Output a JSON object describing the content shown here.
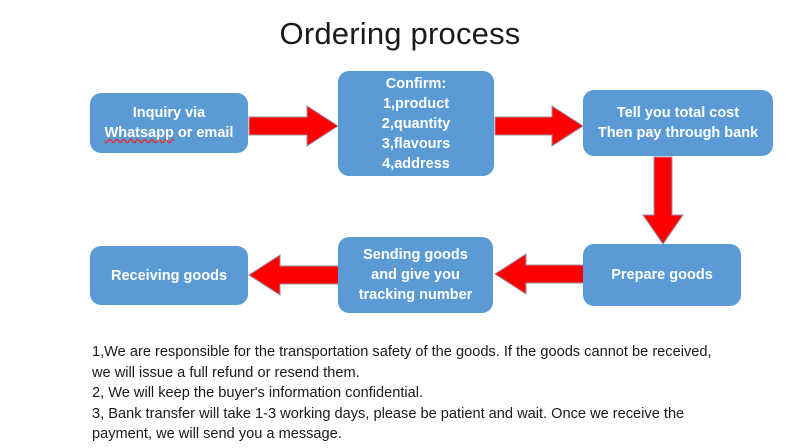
{
  "title": "Ordering process",
  "colors": {
    "node_fill": "#5B9BD5",
    "arrow_fill": "#FF0000",
    "arrow_stroke": "#9B8FA8",
    "node_text": "#FFFFFF",
    "body_text": "#1A1A1A",
    "spellcheck_underline": "#E03030"
  },
  "flow": {
    "nodes": [
      {
        "id": "inquiry",
        "lines": [
          "Inquiry via",
          "Whatsapp or email"
        ],
        "misspelled_word": "Whatsapp",
        "rest_of_line": " or email"
      },
      {
        "id": "confirm",
        "lines": [
          "Confirm:",
          "1,product",
          "2,quantity",
          "3,flavours",
          "4,address"
        ]
      },
      {
        "id": "cost",
        "lines": [
          "Tell you total cost",
          "Then pay through bank"
        ]
      },
      {
        "id": "prepare",
        "lines": [
          "Prepare goods"
        ]
      },
      {
        "id": "sending",
        "lines": [
          "Sending goods",
          "and give you",
          "tracking number"
        ]
      },
      {
        "id": "receiving",
        "lines": [
          "Receiving goods"
        ]
      }
    ],
    "arrows": [
      {
        "id": "inquiry-to-confirm",
        "direction": "right",
        "from": "inquiry",
        "to": "confirm"
      },
      {
        "id": "confirm-to-cost",
        "direction": "right",
        "from": "confirm",
        "to": "cost"
      },
      {
        "id": "cost-to-prepare",
        "direction": "down",
        "from": "cost",
        "to": "prepare"
      },
      {
        "id": "prepare-to-sending",
        "direction": "left",
        "from": "prepare",
        "to": "sending"
      },
      {
        "id": "sending-to-receiving",
        "direction": "left",
        "from": "sending",
        "to": "receiving"
      }
    ]
  },
  "notes": {
    "line1": "1,We are responsible for the transportation safety of the goods. If the goods cannot be received,",
    "line2": "we will issue a full refund or resend them.",
    "line3": "2, We will keep the buyer's information confidential.",
    "line4": "3, Bank transfer will take 1-3 working days, please be patient and wait. Once we receive the",
    "line5": "payment, we will send you a message."
  }
}
